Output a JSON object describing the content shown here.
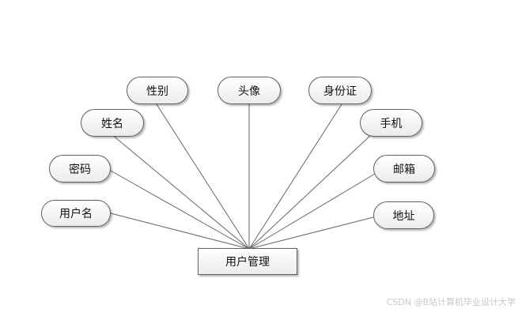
{
  "diagram": {
    "entity": "用户管理",
    "attributes": {
      "username": "用户名",
      "password": "密码",
      "name": "姓名",
      "gender": "性别",
      "avatar": "头像",
      "id_card": "身份证",
      "phone": "手机",
      "email": "邮箱",
      "address": "地址"
    }
  },
  "watermark": "CSDN @B站计算机毕业设计大学"
}
